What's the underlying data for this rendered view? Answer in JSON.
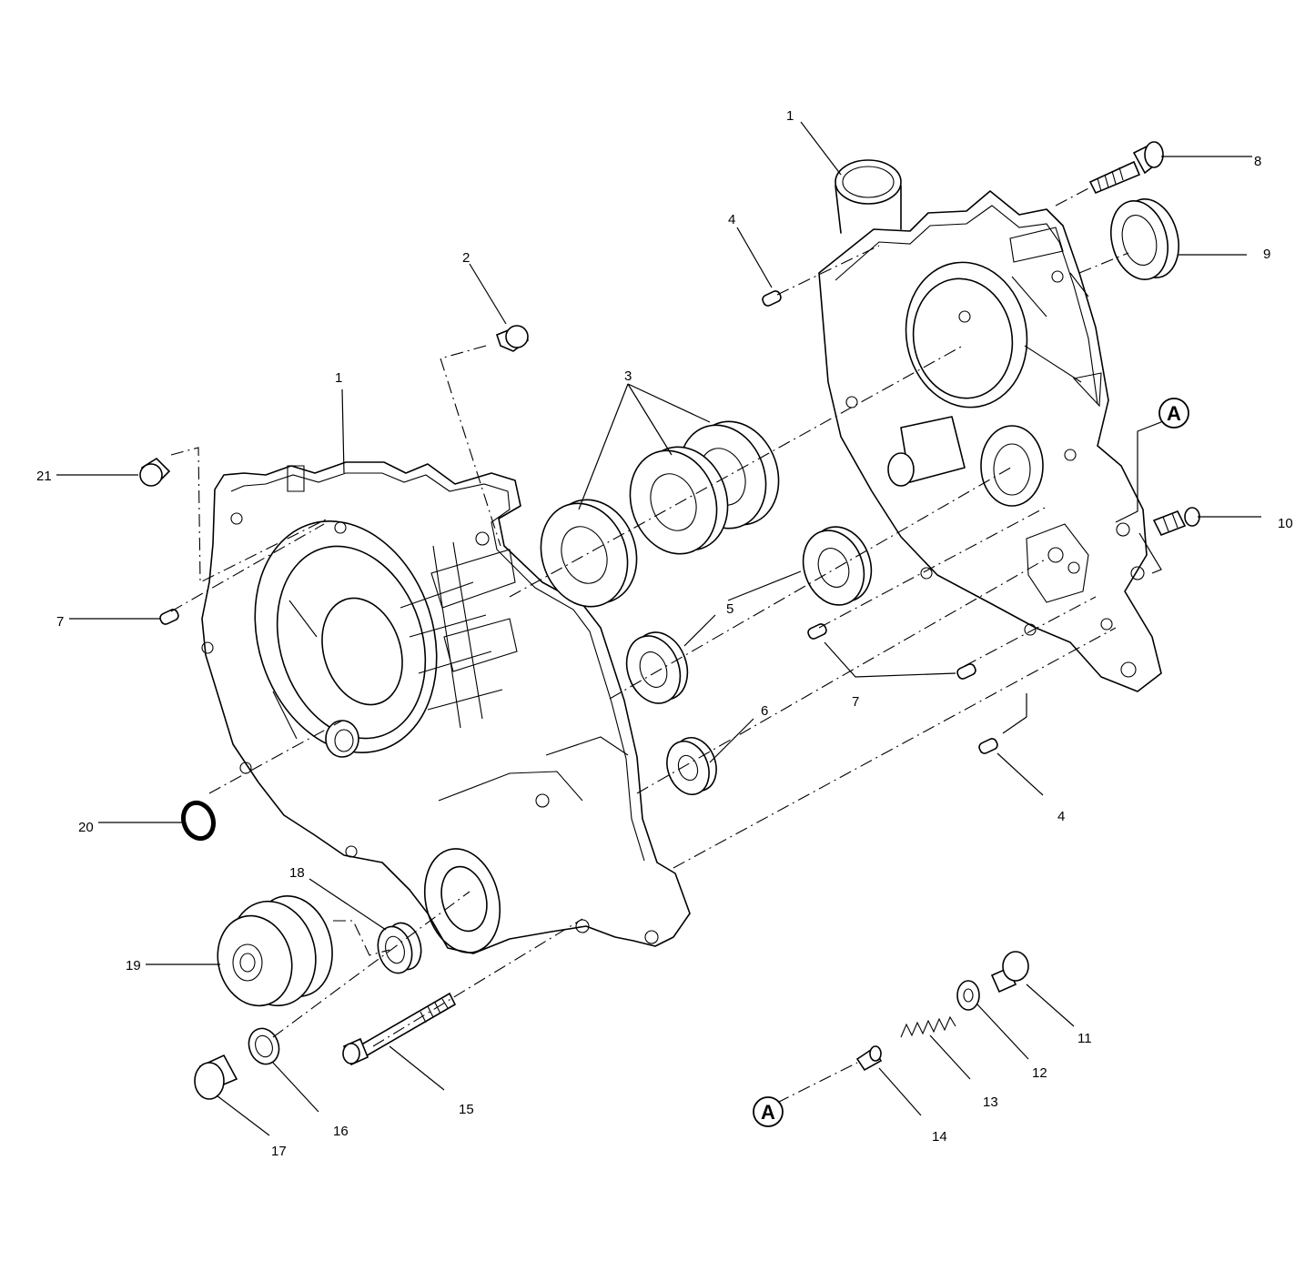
{
  "callouts": [
    {
      "id": "c1a",
      "text": "1"
    },
    {
      "id": "c1b",
      "text": "1"
    },
    {
      "id": "c2",
      "text": "2"
    },
    {
      "id": "c3",
      "text": "3"
    },
    {
      "id": "c4a",
      "text": "4"
    },
    {
      "id": "c4b",
      "text": "4"
    },
    {
      "id": "c5",
      "text": "5"
    },
    {
      "id": "c6",
      "text": "6"
    },
    {
      "id": "c7a",
      "text": "7"
    },
    {
      "id": "c7b",
      "text": "7"
    },
    {
      "id": "c8",
      "text": "8"
    },
    {
      "id": "c9",
      "text": "9"
    },
    {
      "id": "c10",
      "text": "10"
    },
    {
      "id": "c11",
      "text": "11"
    },
    {
      "id": "c12",
      "text": "12"
    },
    {
      "id": "c13",
      "text": "13"
    },
    {
      "id": "c14",
      "text": "14"
    },
    {
      "id": "c15",
      "text": "15"
    },
    {
      "id": "c16",
      "text": "16"
    },
    {
      "id": "c17",
      "text": "17"
    },
    {
      "id": "c18",
      "text": "18"
    },
    {
      "id": "c19",
      "text": "19"
    },
    {
      "id": "c20",
      "text": "20"
    },
    {
      "id": "c21",
      "text": "21"
    }
  ],
  "reference_markers": [
    {
      "id": "refA1",
      "letter": "A"
    },
    {
      "id": "refA2",
      "letter": "A"
    }
  ]
}
